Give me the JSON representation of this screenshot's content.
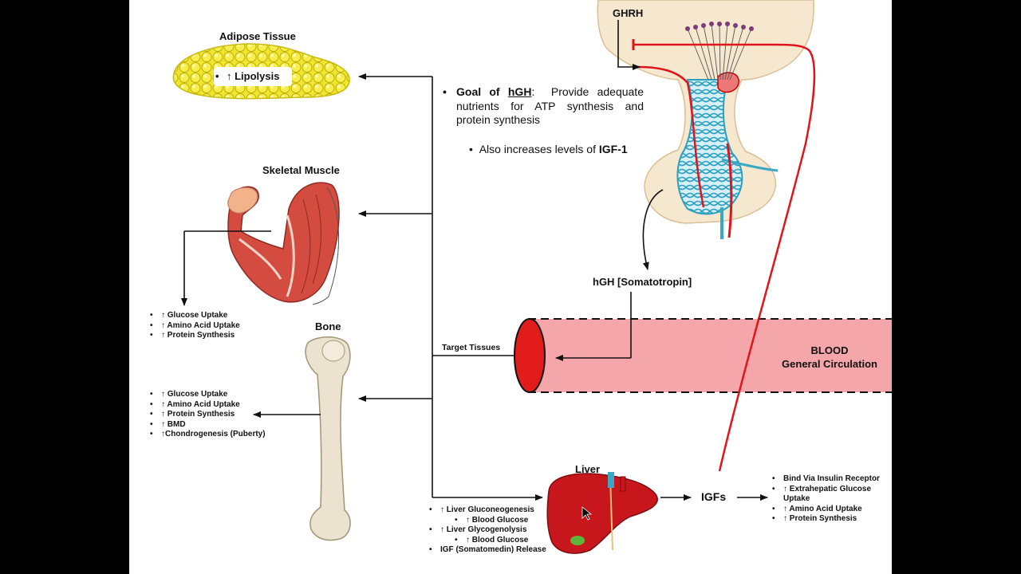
{
  "titles": {
    "adipose": "Adipose Tissue",
    "muscle": "Skeletal Muscle",
    "bone": "Bone",
    "liver": "Liver"
  },
  "adipose_effect": "↑ Lipolysis",
  "goal": {
    "label": "Goal of",
    "hormone": "hGH",
    "colon": ":",
    "text": "Provide adequate nutrients for ATP synthesis and protein synthesis",
    "also": "Also increases levels of",
    "also_bold": "IGF-1"
  },
  "labels": {
    "ghrh": "GHRH",
    "hgh": "hGH [Somatotropin]",
    "target_tissues": "Target Tissues",
    "blood_1": "BLOOD",
    "blood_2": "General Circulation",
    "igfs": "IGFs"
  },
  "muscle_effects": [
    "↑ Glucose Uptake",
    "↑ Amino Acid Uptake",
    "↑ Protein Synthesis"
  ],
  "bone_effects": [
    "↑ Glucose Uptake",
    "↑ Amino Acid Uptake",
    "↑ Protein Synthesis",
    "↑ BMD",
    "↑Chondrogenesis (Puberty)"
  ],
  "liver_effects": {
    "gluconeo": "↑ Liver Gluconeogenesis",
    "glucose_1": "↑ Blood Glucose",
    "glycogenolysis": "↑ Liver Glycogenolysis",
    "glucose_2": "↑ Blood Glucose",
    "release": "IGF (Somatomedin) Release"
  },
  "igf_effects": {
    "insulin": "Bind Via Insulin Receptor",
    "extrahepatic_1": "↑ Extrahepatic Glucose",
    "extrahepatic_2": "Uptake",
    "amino": "↑ Amino Acid Uptake",
    "protein": "↑ Protein Synthesis"
  },
  "colors": {
    "blood_fill": "#f4a6aa",
    "blood_cap": "#e21b1b",
    "liver": "#c8161d",
    "feedback": "#e0141b",
    "portal": "#3aa8c4",
    "fat": "#f2e52d",
    "hypothalamus": "#f6e7cf"
  }
}
